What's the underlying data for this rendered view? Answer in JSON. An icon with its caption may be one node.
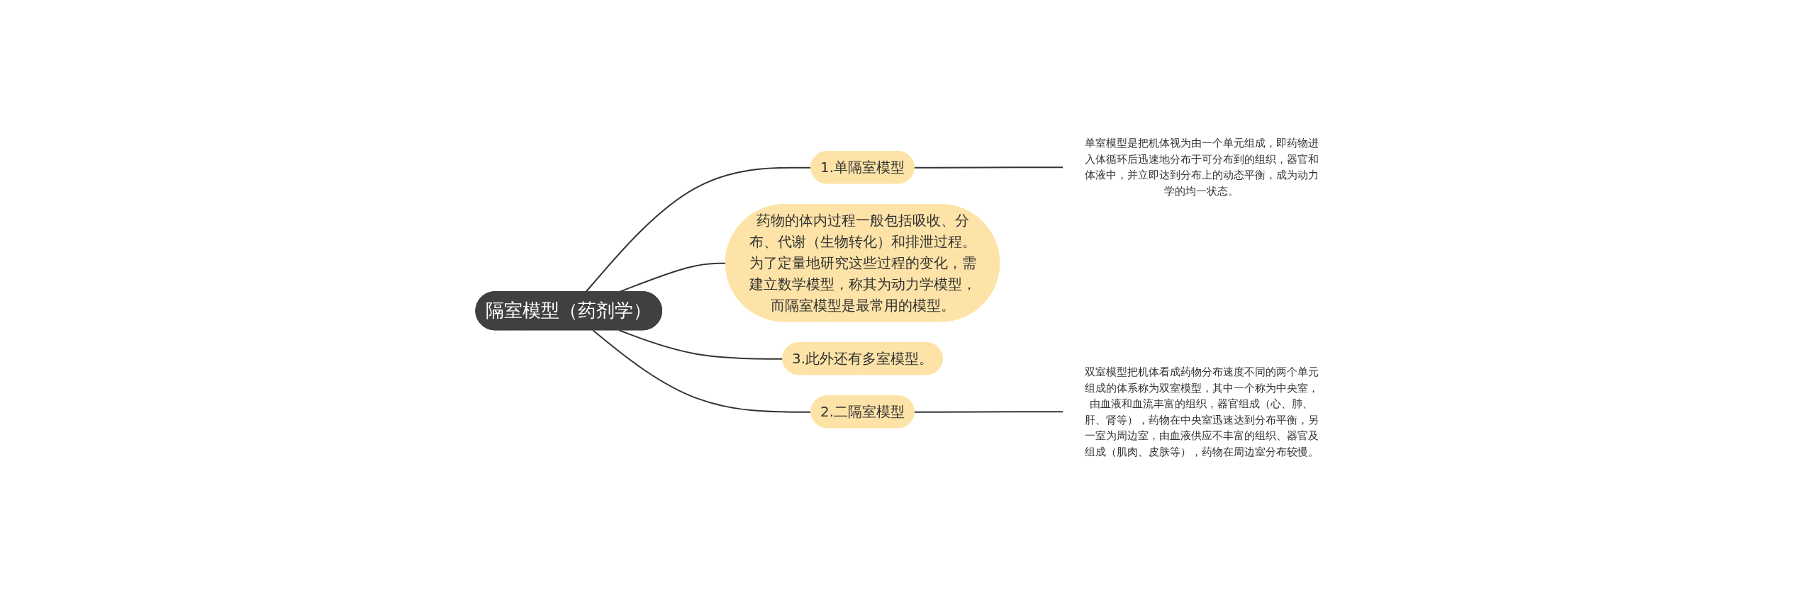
{
  "diagram": {
    "nodes": [
      {
        "text": [
          "隔室模型（药剂学）"
        ]
      },
      {
        "text": [
          "1.单隔室模型"
        ]
      },
      {
        "text": [
          "单室模型是把机体视为由一个单元组成，即药物进入体循环后迅速地分布于可分布到的组织，器官和体液中，并立即达到分布上的动态平衡，成为动力学的均一状态。"
        ]
      },
      {
        "text": [
          "药物的体内过程一般包括吸收、分布、代谢（生物转化）和排泄过程。为了定量地研究这些过程的变化，需建立数学模型，称其为动力学模型，而隔室模型是最常用的模型。"
        ]
      },
      {
        "text": [
          "3.此外还有多室模型。"
        ]
      },
      {
        "text": [
          "2.二隔室模型"
        ]
      },
      {
        "text": [
          "双室模型把机体看成药物分布速度不同的两个单元组成的体系称为双室模型，其中一个称为中央室，由血液和血流丰富的组织，器官组成（心、肺、肝、肾等），药物在中央室迅速达到分布平衡，另一室为周边室，由血液供应不丰富的组织、器官及组成（肌肉、皮肤等），药物在周边室分布较慢。"
        ]
      }
    ],
    "edges": [
      {
        "from": 0,
        "to": 1,
        "arrow": "none"
      },
      {
        "from": 1,
        "to": 2,
        "arrow": "none"
      },
      {
        "from": 0,
        "to": 3,
        "arrow": "none"
      },
      {
        "from": 0,
        "to": 4,
        "arrow": "none"
      },
      {
        "from": 0,
        "to": 5,
        "arrow": "none"
      },
      {
        "from": 5,
        "to": 6,
        "arrow": "none"
      }
    ]
  }
}
